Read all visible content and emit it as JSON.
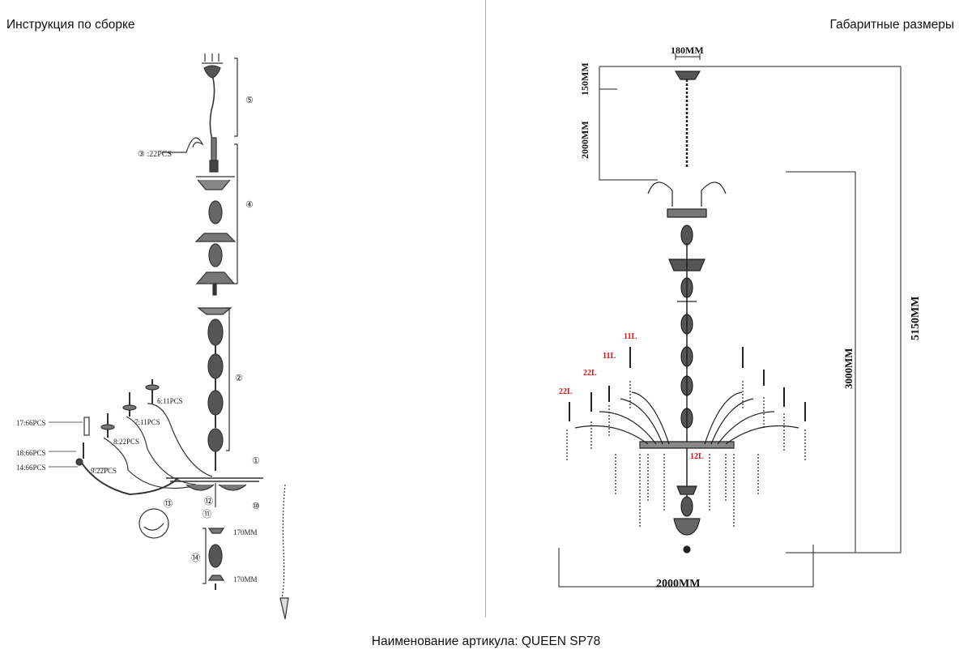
{
  "header": {
    "left_title": "Инструкция по сборке",
    "right_title": "Габаритные размеры"
  },
  "footer": {
    "text": "Наименование артикула: QUEEN SP78"
  },
  "assembly": {
    "step_5": "⑤",
    "step_4": "④",
    "step_2": "②",
    "step_1": "①",
    "step_3_label": "③ :22PCS",
    "step_13": "⑬",
    "step_12": "⑫",
    "step_11": "⑪",
    "step_10": "⑩",
    "step_14": "⑭",
    "arm_6": "6:11PCS",
    "arm_7": "7:11PCS",
    "arm_8": "8:22PCS",
    "arm_9": "9:22PCS",
    "part_17": "17:66PCS",
    "part_18": "18:66PCS",
    "part_14": "14:66PCS",
    "dim_top": "170MM",
    "dim_bottom": "170MM"
  },
  "dimensions": {
    "canopy": "180MM",
    "chain_top": "150MM",
    "chain": "2000MM",
    "body_height": "3000MM",
    "total_height": "5150MM",
    "width": "2000MM"
  },
  "light_counts": {
    "ring_outer_left": "22L",
    "ring_second_left": "22L",
    "ring_third_left": "11L",
    "ring_top_left": "11L",
    "center": "12L"
  }
}
